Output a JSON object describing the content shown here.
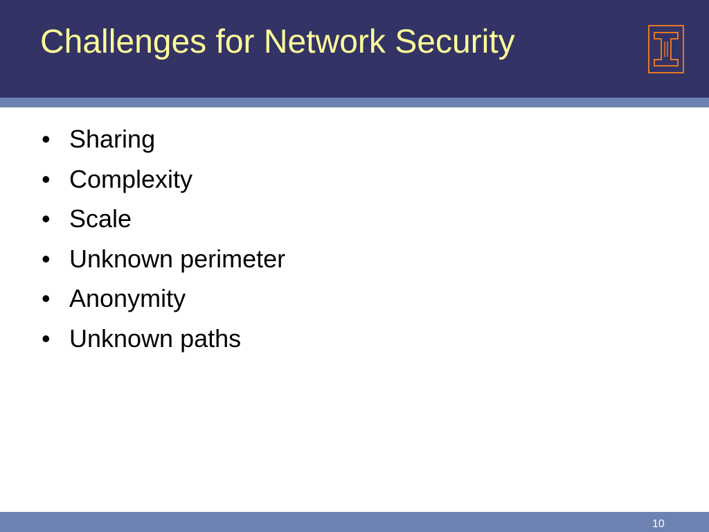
{
  "slide": {
    "title": "Challenges for Network Security",
    "bullet_symbol": "•",
    "bullets": [
      "Sharing",
      "Complexity",
      "Scale",
      "Unknown perimeter",
      "Anonymity",
      "Unknown paths"
    ],
    "page_number": "10"
  },
  "logo": {
    "icon": "block-i-logo-icon",
    "fill_color": "#333366",
    "stroke_color": "#e87722"
  },
  "colors": {
    "header_background": "#333366",
    "title_text": "#ffff99",
    "accent_bar": "#6d82b1",
    "body_text": "#000000",
    "page_background": "#ffffff"
  }
}
